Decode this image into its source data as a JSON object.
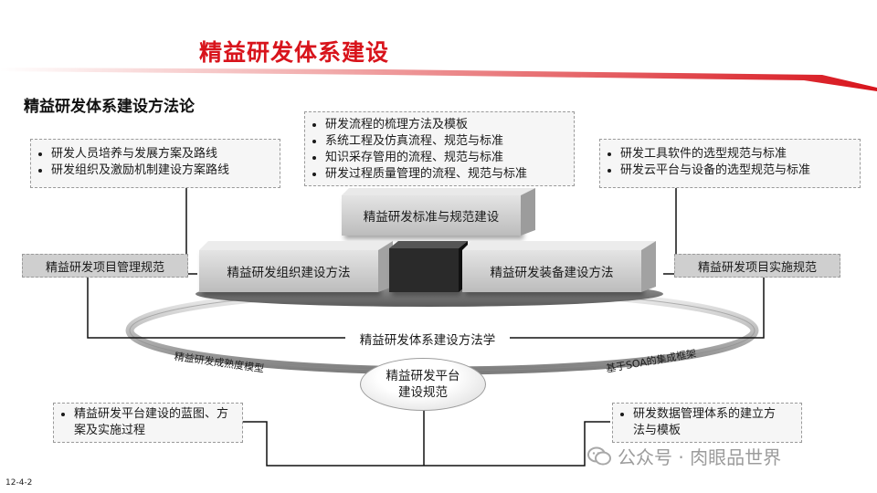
{
  "title": "精益研发体系建设",
  "subtitle": "精益研发体系建设方法论",
  "top_center_box": {
    "items": [
      "研发流程的梳理方法及模板",
      "系统工程及仿真流程、规范与标准",
      "知识采存管用的流程、规范与标准",
      "研发过程质量管理的流程、规范与标准"
    ]
  },
  "top_left_box": {
    "items": [
      "研发人员培养与发展方案及路线",
      "研发组织及激励机制建设方案路线"
    ]
  },
  "top_right_box": {
    "items": [
      "研发工具软件的选型规范与标准",
      "研发云平台与设备的选型规范与标准"
    ]
  },
  "blocks": {
    "standards": "精益研发标准与规范建设",
    "organization": "精益研发组织建设方法",
    "equipment": "精益研发装备建设方法"
  },
  "tags": {
    "project_management": "精益研发项目管理规范",
    "project_implementation": "精益研发项目实施规范"
  },
  "methodology_label": "精益研发体系建设方法学",
  "ring_left_label": "精益研发成熟度模型",
  "ring_right_label": "基于SOA的集成框架",
  "platform_oval": "精益研发平台建设规范",
  "bottom_left_box": {
    "items": [
      "精益研发平台建设的蓝图、方案及实施过程"
    ]
  },
  "bottom_right_box": {
    "items": [
      "研发数据管理体系的建立方法与模板"
    ]
  },
  "footer": "12-4-2",
  "watermark": "公众号 · 肉眼品世界",
  "colors": {
    "accent": "#d8141c",
    "dark_cube": "#2a2a2a",
    "block_gray": "#c8c8c8"
  }
}
